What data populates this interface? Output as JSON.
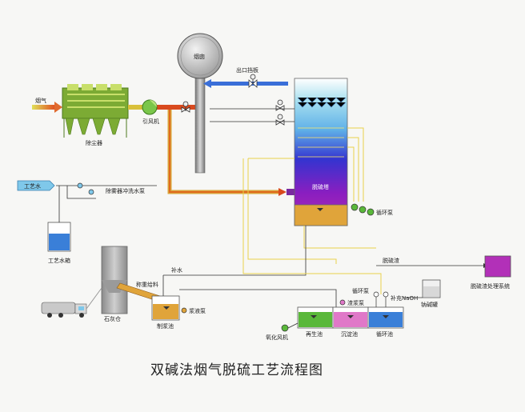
{
  "title": "双碱法烟气脱硫工艺流程图",
  "labels": {
    "flue_gas": "烟气",
    "dust_collector": "除尘器",
    "id_fan": "引风机",
    "chimney": "烟囱",
    "outlet_damper": "出口挡板",
    "desulfurization_tower": "脱硫塔",
    "circulating_pump": "循环泵",
    "process_water": "工艺水",
    "process_water_tank": "工艺水箱",
    "mist_eliminator_flush_pump": "除雾器冲洗水泵",
    "desulfurization_slag": "脱硫渣",
    "slag_treatment_system": "脱硫渣处理系统",
    "makeup_water": "补水",
    "weighing_feed": "称重给料",
    "lime_silo": "石灰仓",
    "slurry_pump": "浆液泵",
    "slurry_tank": "制浆池",
    "oxidation_fan": "氧化风机",
    "regeneration_tank": "再生池",
    "sedimentation_tank": "沉淀池",
    "circulating_tank": "循环池",
    "circ_pump_2": "循环泵",
    "slag_pump": "渣浆泵",
    "naoh_makeup": "补充NaOH",
    "caustic_tank": "钠碱罐"
  },
  "colors": {
    "flue": "#d94a1e",
    "clean_gas": "#3a6fd8",
    "water_line": "#333333",
    "yellow_line": "#e8d24a",
    "collector": "#8cb83c",
    "tower_top": "#8fd3e8",
    "tower_mid": "#3a3ad0",
    "tower_low": "#a21ab8",
    "tower_base": "#e0a43a",
    "slag_box": "#b230b8",
    "tank_blue": "#3a7fd8",
    "tank_green": "#5ab83a",
    "tank_pink": "#e078c8"
  }
}
